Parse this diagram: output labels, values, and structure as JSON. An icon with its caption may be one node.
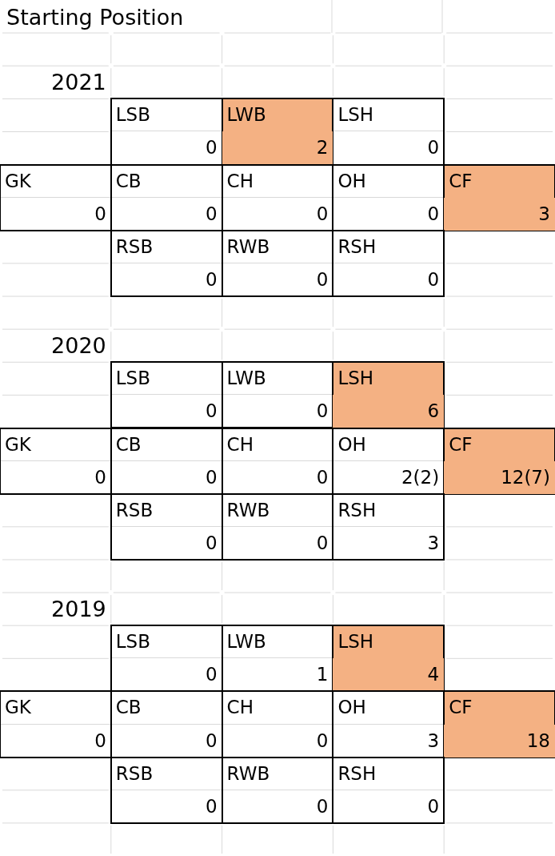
{
  "diagram": {
    "title": "Starting Position",
    "labels": [
      "2021",
      "LSB",
      "LWB",
      "LSH",
      "0",
      "2",
      "0",
      "GK",
      "CB",
      "CH",
      "OH",
      "CF",
      "0",
      "0",
      "0",
      "0",
      "3",
      "RSB",
      "RWB",
      "RSH",
      "0",
      "0",
      "0",
      "2020",
      "LSB",
      "LWB",
      "LSH",
      "0",
      "0",
      "6",
      "GK",
      "CB",
      "CH",
      "OH",
      "CF",
      "0",
      "0",
      "0",
      "2(2)",
      "12(7)",
      "RSB",
      "RWB",
      "RSH",
      "0",
      "0",
      "3",
      "2019",
      "LSB",
      "LWB",
      "LSH",
      "0",
      "1",
      "4",
      "GK",
      "CB",
      "CH",
      "OH",
      "CF",
      "0",
      "0",
      "0",
      "3",
      "18",
      "RSB",
      "RWB",
      "RSH",
      "0",
      "0",
      "0"
    ]
  }
}
